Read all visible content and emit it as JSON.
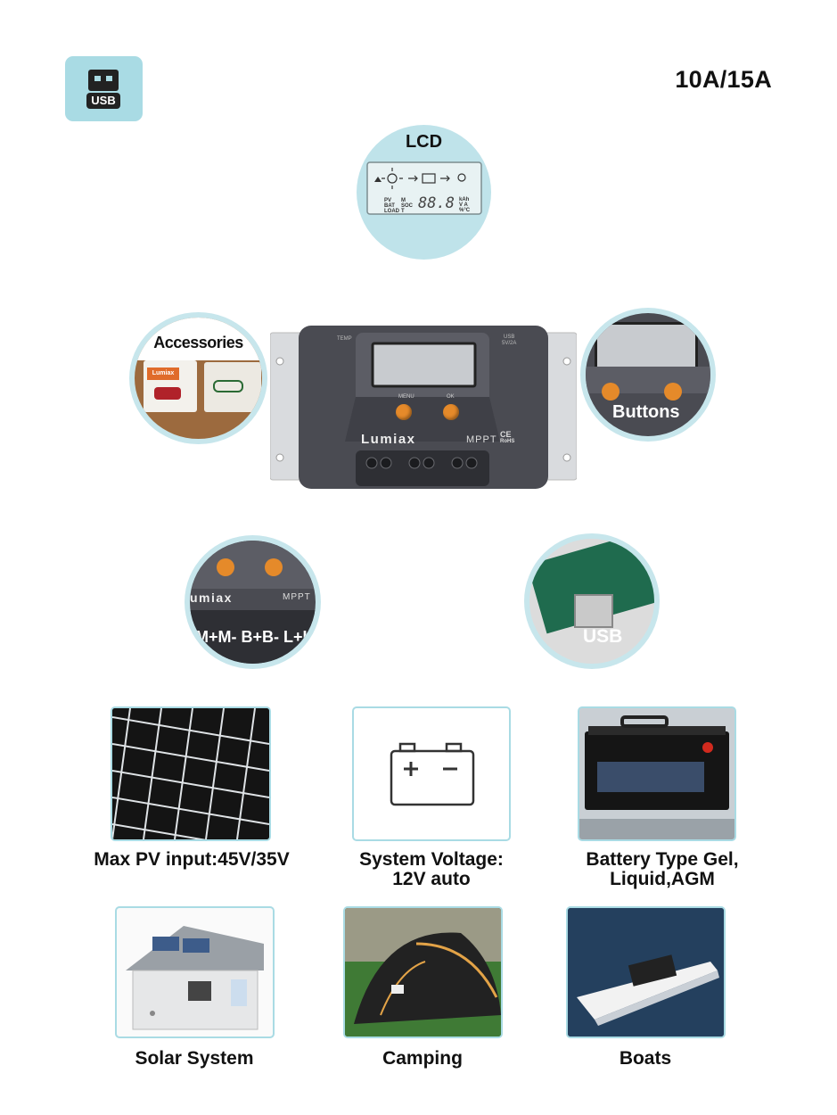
{
  "badge": {
    "icon": "usb-icon",
    "label": "USB",
    "color": "#a9dbe4"
  },
  "model": "10A/15A",
  "lcd": {
    "title": "LCD",
    "reading": "88.8",
    "left_labels": [
      "PV",
      "BAT",
      "LOAD"
    ],
    "mid_labels": [
      "M",
      "SOC",
      "T"
    ],
    "units": [
      "kAh",
      "V A",
      "%°C"
    ]
  },
  "device": {
    "brand": "Lumiax",
    "type": "MPPT",
    "temp_label": "TEMP",
    "usb_label": "USB",
    "usb_rating": "5V/2A",
    "menu_label": "MENU",
    "ok_label": "OK",
    "cert": "CE",
    "rohs": "RoHS"
  },
  "callouts": {
    "accessories": "Accessories",
    "accessories_brand": "Lumiax",
    "buttons": "Buttons",
    "terminals_brand": "umiax",
    "terminals_type": "MPPT",
    "terminals": "M+M- B+B- L+L-",
    "usb": "USB"
  },
  "features": [
    {
      "name": "pv-panel",
      "caption_lines": [
        "Max PV input:45V/35V"
      ]
    },
    {
      "name": "system-voltage",
      "caption_lines": [
        "System Voltage:",
        "12V auto"
      ]
    },
    {
      "name": "battery-type",
      "caption_lines": [
        "Battery Type Gel,",
        "Liquid,AGM"
      ]
    }
  ],
  "applications": [
    {
      "name": "solar-system",
      "caption": "Solar System"
    },
    {
      "name": "camping",
      "caption": "Camping"
    },
    {
      "name": "boats",
      "caption": "Boats"
    }
  ],
  "colors": {
    "accent": "#a9dbe4",
    "device_body": "#4a4b52",
    "button": "#e58a2a"
  }
}
